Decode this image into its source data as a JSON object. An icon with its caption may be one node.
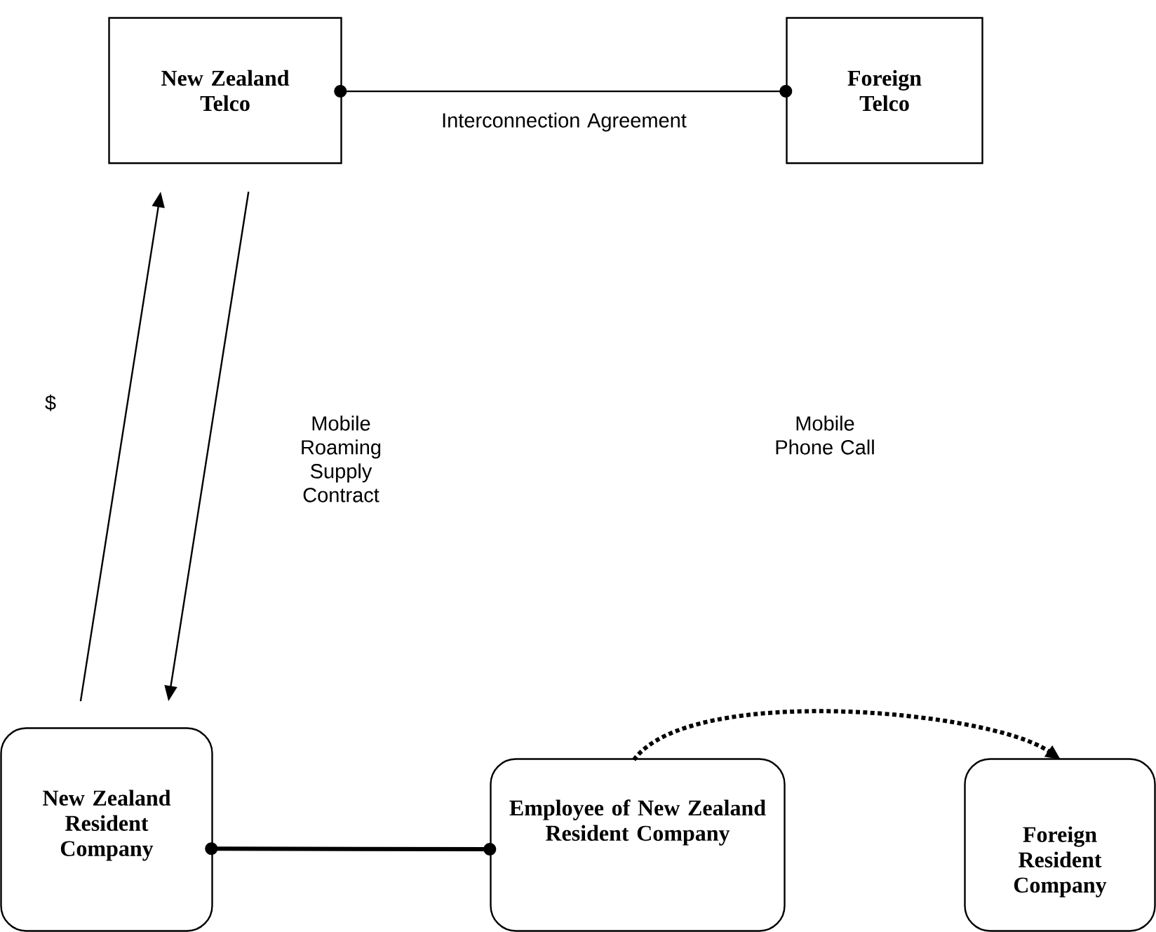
{
  "diagram": {
    "nodes": [
      {
        "text": [
          "New Zealand Telco"
        ]
      },
      {
        "text": [
          "Foreign Telco"
        ]
      },
      {
        "text": [
          "New Zealand Resident Company"
        ]
      },
      {
        "text": [
          "Employee of New Zealand Resident Company"
        ]
      },
      {
        "text": [
          "Foreign Resident Company"
        ]
      }
    ],
    "edges": [
      {
        "from": 0,
        "to": 1,
        "arrow": "other",
        "label": "Interconnection Agreement"
      },
      {
        "from": 2,
        "to": 0,
        "arrow": "to",
        "label": "$"
      },
      {
        "from": 0,
        "to": 2,
        "arrow": "to",
        "label": "Mobile Roaming Supply Contract"
      },
      {
        "from": 2,
        "to": 3,
        "arrow": "other",
        "style": "thick"
      },
      {
        "from": 3,
        "to": 4,
        "arrow": "to",
        "style": "dashed"
      }
    ],
    "labels": [
      "Mobile Phone Call"
    ]
  }
}
